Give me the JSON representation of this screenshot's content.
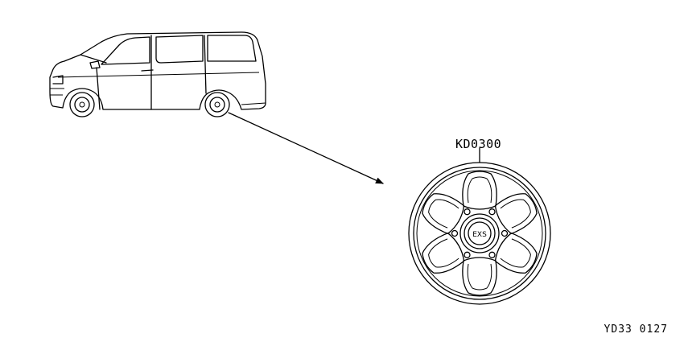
{
  "diagram": {
    "part_number_label": "KD0300",
    "figure_code": "YD33 0127",
    "hub_badge_text": "EXS"
  }
}
